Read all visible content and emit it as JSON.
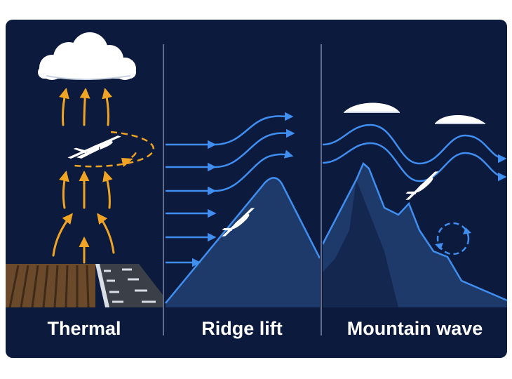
{
  "panels": [
    {
      "id": "thermal",
      "label": "Thermal"
    },
    {
      "id": "ridge",
      "label": "Ridge lift"
    },
    {
      "id": "wave",
      "label": "Mountain wave"
    }
  ],
  "colors": {
    "background": "#0b1a3d",
    "air_flow": "#3f8ef0",
    "thermal_arrow": "#f0a424",
    "mountain": "#1d3a6a",
    "divider": "#7f8aa6",
    "cloud": "#ffffff",
    "field": "#6b4a2c",
    "runway": "#3b3f47"
  },
  "icons": [
    "cloud-icon",
    "glider-icon",
    "rotor-icon",
    "lenticular-cloud-icon"
  ]
}
